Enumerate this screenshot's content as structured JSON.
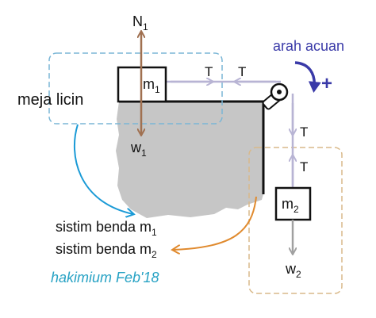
{
  "colors": {
    "table": "#c6c6c6",
    "table_edge": "#111111",
    "force_normal_weight_m1": "#a07050",
    "tension": "#b8b4d4",
    "box1_dashes": "#7ab6d6",
    "box2_dashes": "#d9b98a",
    "arrow_blue": "#1a9ad6",
    "arrow_orange": "#e08a2e",
    "reference_blue": "#3a3aa8",
    "weight_m2": "#a0a0a0",
    "signature": "#27a2c4"
  },
  "labels": {
    "N": "N",
    "N_sub": "1",
    "T_left": "T",
    "T_right": "T",
    "T_down": "T",
    "T_up": "T",
    "m1": "m",
    "m1_sub": "1",
    "m2": "m",
    "m2_sub": "2",
    "w1": "w",
    "w1_sub": "1",
    "w2": "w",
    "w2_sub": "2",
    "surface": "meja licin",
    "system1": "sistim benda m",
    "system1_sub": "1",
    "system2": "sistim benda m",
    "system2_sub": "2",
    "reference": "arah acuan",
    "plus": "+",
    "signature": "hakimium Feb'18"
  }
}
